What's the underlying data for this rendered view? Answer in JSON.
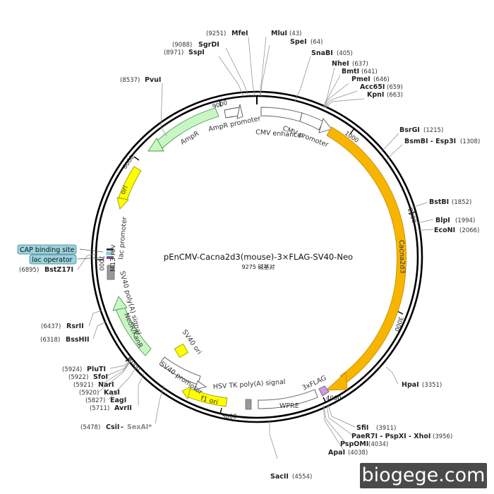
{
  "title": "pEnCMV-Cacna2d3(mouse)-3×FLAG-SV40-Neo",
  "subtitle": "9275 碱基对",
  "watermark": "biogege.com",
  "ticks": [
    "1000",
    "2000",
    "3000",
    "4000",
    "5000",
    "6000",
    "7000",
    "8000",
    "9000"
  ],
  "sites": {
    "mfeI": {
      "name": "MfeI",
      "pos": "(9251)"
    },
    "mluI": {
      "name": "MluI",
      "pos": "(43)"
    },
    "speI": {
      "name": "SpeI",
      "pos": "(64)"
    },
    "sgrDI": {
      "name": "SgrDI",
      "pos": "(9088)"
    },
    "sspI": {
      "name": "SspI",
      "pos": "(8971)"
    },
    "snaBI": {
      "name": "SnaBI",
      "pos": "(405)"
    },
    "nheI": {
      "name": "NheI",
      "pos": "(637)"
    },
    "bmtI": {
      "name": "BmtI",
      "pos": "(641)"
    },
    "pmeI": {
      "name": "PmeI",
      "pos": "(646)"
    },
    "acc65I": {
      "name": "Acc65I",
      "pos": "(659)"
    },
    "kpnI": {
      "name": "KpnI",
      "pos": "(663)"
    },
    "pvuI": {
      "name": "PvuI",
      "pos": "(8537)"
    },
    "bsrGI": {
      "name": "BsrGI",
      "pos": "(1215)"
    },
    "bsmBI": {
      "name": "BsmBI - Esp3I",
      "pos": "(1308)"
    },
    "bstBI": {
      "name": "BstBI",
      "pos": "(1852)"
    },
    "blpI": {
      "name": "BlpI",
      "pos": "(1994)"
    },
    "ecoNI": {
      "name": "EcoNI",
      "pos": "(2066)"
    },
    "bstZ17I": {
      "name": "BstZ17I",
      "pos": "(6895)"
    },
    "rsrII": {
      "name": "RsrII",
      "pos": "(6437)"
    },
    "bssHII": {
      "name": "BssHII",
      "pos": "(6318)"
    },
    "hpaI": {
      "name": "HpaI",
      "pos": "(3351)"
    },
    "pluTI": {
      "name": "PluTI",
      "pos": "(5924)"
    },
    "sfoI": {
      "name": "SfoI",
      "pos": "(5922)"
    },
    "narI": {
      "name": "NarI",
      "pos": "(5921)"
    },
    "kasI": {
      "name": "KasI",
      "pos": "(5920)"
    },
    "eagI": {
      "name": "EagI",
      "pos": "(5827)"
    },
    "avrII": {
      "name": "AvrII",
      "pos": "(5711)"
    },
    "csiI": {
      "name": "CsiI",
      "pos": "(5478)"
    },
    "sexAI": {
      "name": "SexAI*"
    },
    "sfiI": {
      "name": "SfiI",
      "pos": "(3911)"
    },
    "paeR7I": {
      "name": "PaeR7I - PspXI - XhoI",
      "pos": "(3956)"
    },
    "pspOMI": {
      "name": "PspOMI",
      "pos": "(4034)"
    },
    "apaI": {
      "name": "ApaI",
      "pos": "(4038)"
    },
    "sacII": {
      "name": "SacII",
      "pos": "(4554)"
    }
  },
  "features": {
    "cmv_enhancer": "CMV enhancer",
    "cmv_promoter": "CMV promoter",
    "cacna2d3": "Cacna2d3",
    "flag": "3xFLAG",
    "wpre": "WPRE",
    "hsv_tk": "HSV TK poly(A) signal",
    "f1_ori": "f1 ori",
    "sv40_promoter": "SV40 promoter",
    "sv40_ori": "SV40 ori",
    "neor": "NeoR/KanR",
    "sv40_polya": "SV40 poly(A) signal",
    "m13_rev": "M13 rev",
    "lac_promoter": "lac promoter",
    "lac_operator": "lac operator",
    "cap_site": "CAP binding site",
    "ori": "ori",
    "ampr": "AmpR",
    "ampr_promoter": "AmpR promoter"
  },
  "colors": {
    "cacna2d3": "#f7b500",
    "ori": "#ffff00",
    "ampr": "#c8f7c5",
    "flag": "#c9a0dc",
    "callout": "#9bd3dd"
  }
}
